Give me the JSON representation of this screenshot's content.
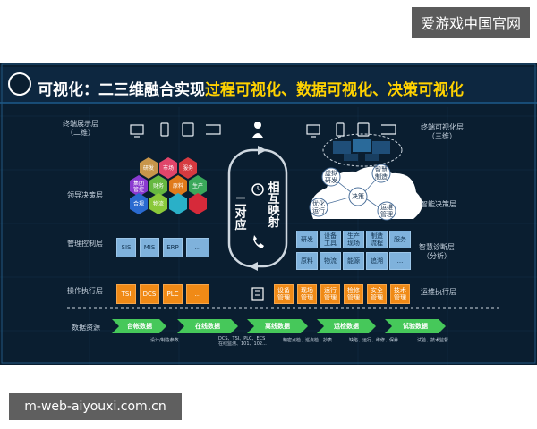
{
  "watermark": "爱游戏中国官网",
  "url": "m-web-aiyouxi.com.cn",
  "title": {
    "part1": "可视化：二三维融合实现",
    "part2": "过程可视化、数据可视化、决策可视化"
  },
  "center": {
    "left": "二对应",
    "right": "相互映射"
  },
  "left_layers": {
    "terminal": "终端展示层\n（二维）",
    "leadership": "领导决策层",
    "management": "管理控制层",
    "operation": "操作执行层",
    "data": "数据资源"
  },
  "right_layers": {
    "terminal": "终端可视化层\n（三维）",
    "intelligent": "智能决策层",
    "diagnosis": "智慧诊断层\n（分析）",
    "operations": "运维执行层"
  },
  "hexagons": [
    "研发",
    "市场",
    "服务",
    "集团\n管控",
    "财务",
    "原料",
    "生产",
    "合规",
    "物流"
  ],
  "management_boxes": [
    "SIS",
    "MIS",
    "ERP",
    "..."
  ],
  "operation_boxes": [
    "TSI",
    "DCS",
    "PLC",
    "..."
  ],
  "cloud": {
    "center": "决策",
    "nodes": [
      "虚拟\n研发",
      "智慧\n制造",
      "优化\n运行",
      "运维\n管理"
    ]
  },
  "diagnosis_grid": [
    "研发",
    "设备\n工具",
    "生产\n现场",
    "制造\n流程",
    "服务",
    "原料",
    "物流",
    "能源",
    "追溯",
    "..."
  ],
  "ops_boxes": [
    "设备\n管理",
    "现场\n管理",
    "运行\n管理",
    "检修\n管理",
    "安全\n管理",
    "技术\n管理"
  ],
  "data_arrows": [
    "台帐数据",
    "在线数据",
    "离线数据",
    "运检数据",
    "试验数据"
  ],
  "data_subs": [
    "设计/制造参数...",
    "DCS、TSI、PLC、ECS\n在线监测、101、102...",
    "精密点检、巡点检、抄表...",
    "缺陷、运行、维修、保养...",
    "试验、技术监督..."
  ],
  "colors": {
    "background": "#0a1e30",
    "title_accent": "#ffd200",
    "light_box": "#7fb2dc",
    "orange_box": "#f08a16",
    "arrow_green": "#46c85a"
  }
}
